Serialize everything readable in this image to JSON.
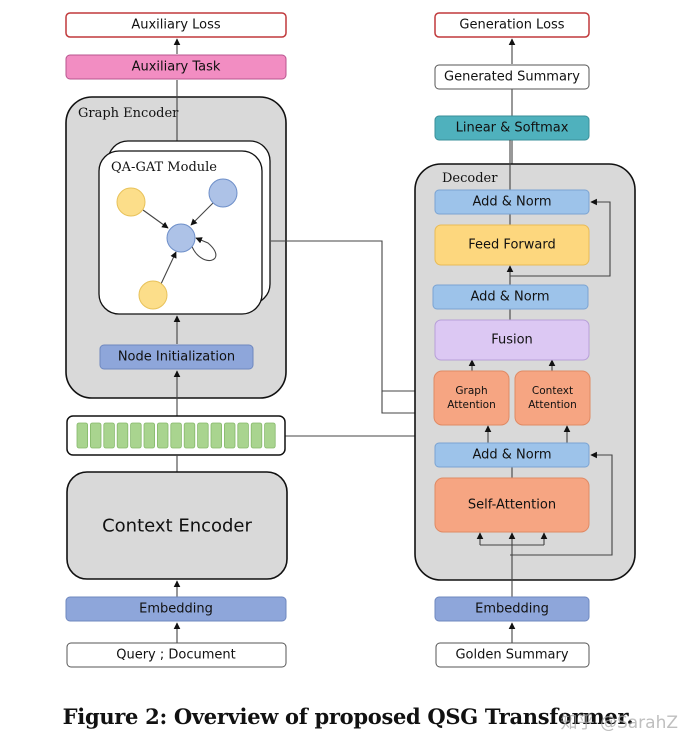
{
  "colors": {
    "loss_border": "#c0393b",
    "aux_task": "#f28dc2",
    "embedding": "#8ea6da",
    "add_norm": "#9dc3ea",
    "feed_forward": "#fdd77e",
    "fusion": "#dcc8f3",
    "attention": "#f6a582",
    "linear_softmax": "#4fb1bd",
    "token": "#a9d48f",
    "panel": "#d9d9d9",
    "node_yellow": "#fcde8a",
    "node_blue": "#adc2e7"
  },
  "left": {
    "auxiliary_loss": "Auxiliary Loss",
    "auxiliary_task": "Auxiliary Task",
    "graph_encoder": {
      "title": "Graph Encoder",
      "module_title": "QA-GAT Module",
      "node_initialization": "Node Initialization"
    },
    "token_count": 15,
    "context_encoder": "Context Encoder",
    "embedding": "Embedding",
    "input": "Query ; Document"
  },
  "right": {
    "generation_loss": "Generation Loss",
    "generated_summary": "Generated Summary",
    "linear_softmax": "Linear & Softmax",
    "decoder": {
      "title": "Decoder",
      "add_norm_top": "Add & Norm",
      "feed_forward": "Feed Forward",
      "add_norm_mid": "Add & Norm",
      "fusion": "Fusion",
      "graph_attention": [
        "Graph",
        "Attention"
      ],
      "context_attention": [
        "Context",
        "Attention"
      ],
      "add_norm_bottom": "Add & Norm",
      "self_attention": "Self-Attention"
    },
    "embedding": "Embedding",
    "input": "Golden Summary"
  },
  "caption": "Figure 2: Overview of proposed QSG Transformer.",
  "watermark": "知乎 @SarahZ"
}
